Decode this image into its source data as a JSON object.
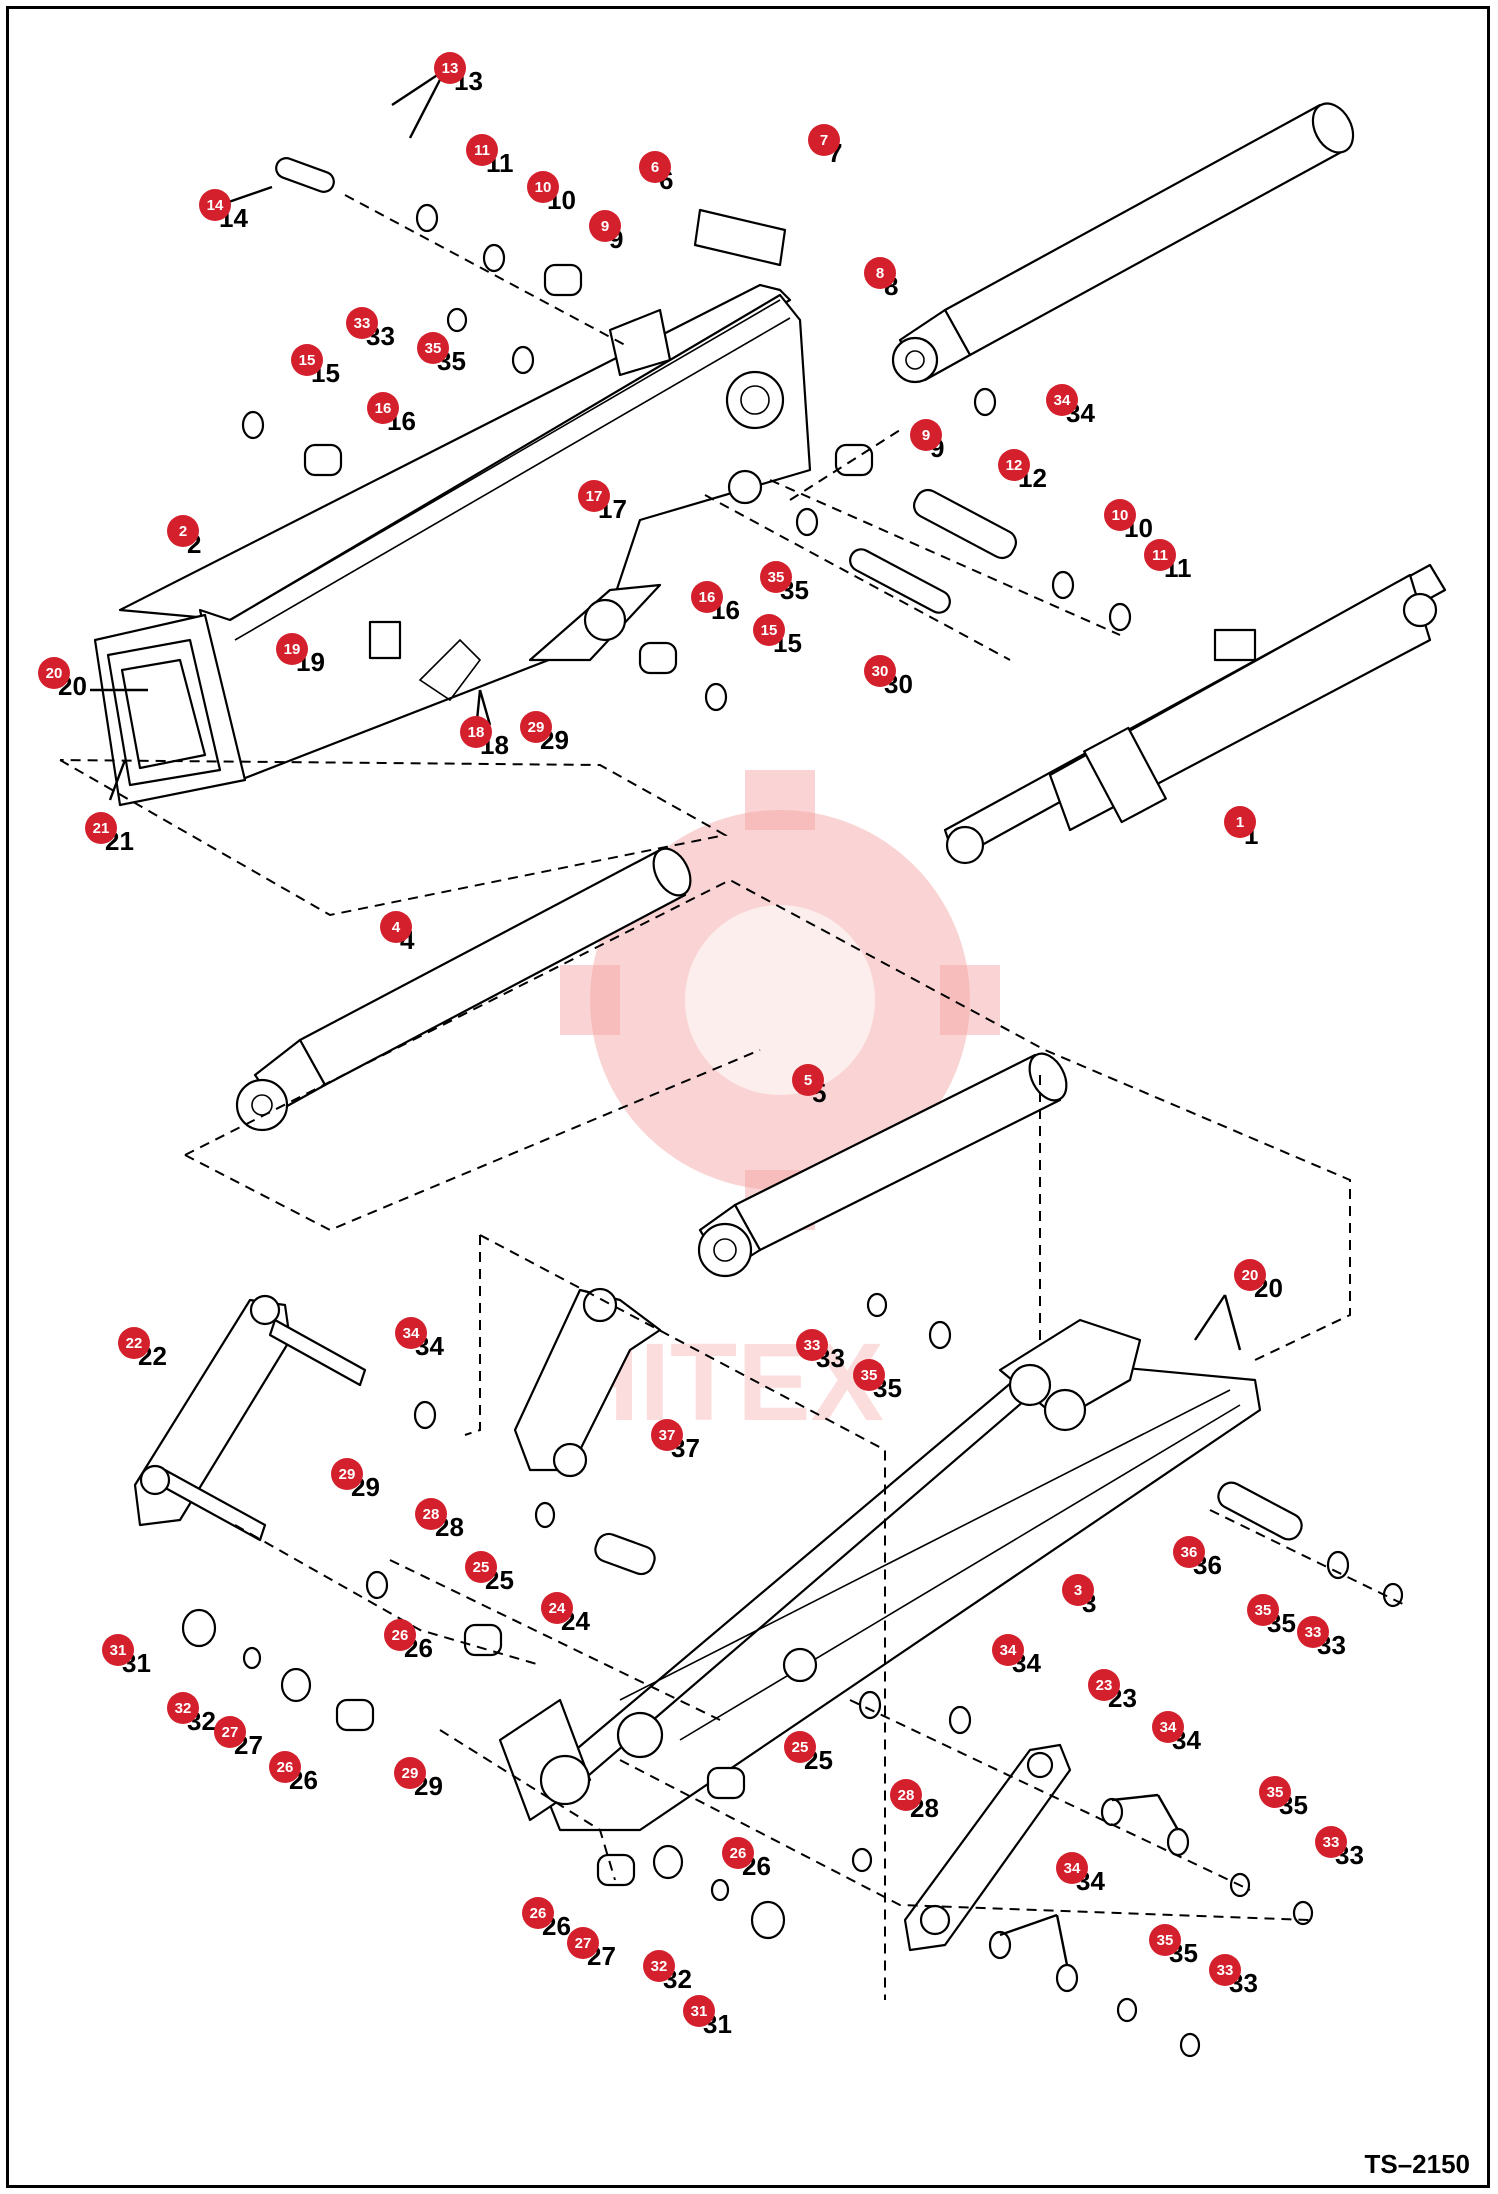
{
  "drawing_code": "TS–2150",
  "watermark": {
    "text": "HITEX",
    "color": "#f4a0a0"
  },
  "accent_color": "#d4202c",
  "callouts": [
    {
      "label": "13"
    },
    {
      "label": "14"
    },
    {
      "label": "11"
    },
    {
      "label": "10"
    },
    {
      "label": "9"
    },
    {
      "label": "6"
    },
    {
      "label": "7"
    },
    {
      "label": "8"
    },
    {
      "label": "33"
    },
    {
      "label": "35"
    },
    {
      "label": "15"
    },
    {
      "label": "16"
    },
    {
      "label": "34"
    },
    {
      "label": "9"
    },
    {
      "label": "12"
    },
    {
      "label": "17"
    },
    {
      "label": "10"
    },
    {
      "label": "11"
    },
    {
      "label": "2"
    },
    {
      "label": "35"
    },
    {
      "label": "16"
    },
    {
      "label": "15"
    },
    {
      "label": "19"
    },
    {
      "label": "30"
    },
    {
      "label": "20"
    },
    {
      "label": "18"
    },
    {
      "label": "29"
    },
    {
      "label": "21"
    },
    {
      "label": "1"
    },
    {
      "label": "4"
    },
    {
      "label": "5"
    },
    {
      "label": "20"
    },
    {
      "label": "22"
    },
    {
      "label": "34"
    },
    {
      "label": "33"
    },
    {
      "label": "35"
    },
    {
      "label": "37"
    },
    {
      "label": "29"
    },
    {
      "label": "28"
    },
    {
      "label": "25"
    },
    {
      "label": "24"
    },
    {
      "label": "36"
    },
    {
      "label": "3"
    },
    {
      "label": "35"
    },
    {
      "label": "33"
    },
    {
      "label": "31"
    },
    {
      "label": "26"
    },
    {
      "label": "34"
    },
    {
      "label": "32"
    },
    {
      "label": "27"
    },
    {
      "label": "26"
    },
    {
      "label": "29"
    },
    {
      "label": "23"
    },
    {
      "label": "34"
    },
    {
      "label": "25"
    },
    {
      "label": "35"
    },
    {
      "label": "28"
    },
    {
      "label": "33"
    },
    {
      "label": "26"
    },
    {
      "label": "34"
    },
    {
      "label": "26"
    },
    {
      "label": "27"
    },
    {
      "label": "35"
    },
    {
      "label": "32"
    },
    {
      "label": "33"
    },
    {
      "label": "31"
    }
  ]
}
